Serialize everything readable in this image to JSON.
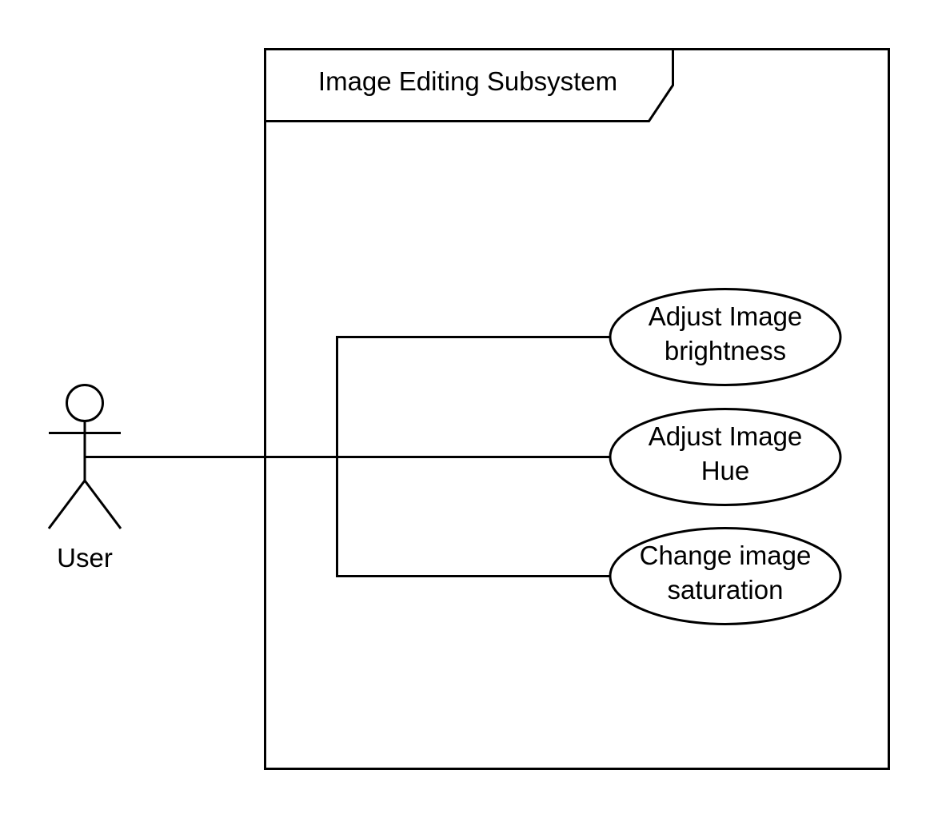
{
  "diagram": {
    "type": "uml-use-case",
    "system": {
      "name": "Image Editing Subsystem"
    },
    "actor": {
      "name": "User"
    },
    "use_cases": [
      {
        "id": "uc-brightness",
        "line1": "Adjust Image",
        "line2": "brightness"
      },
      {
        "id": "uc-hue",
        "line1": "Adjust Image",
        "line2": "Hue"
      },
      {
        "id": "uc-saturation",
        "line1": "Change image",
        "line2": "saturation"
      }
    ],
    "associations": [
      {
        "from": "User",
        "to": "uc-brightness"
      },
      {
        "from": "User",
        "to": "uc-hue"
      },
      {
        "from": "User",
        "to": "uc-saturation"
      }
    ],
    "colors": {
      "stroke": "#000000",
      "background": "#ffffff"
    }
  }
}
